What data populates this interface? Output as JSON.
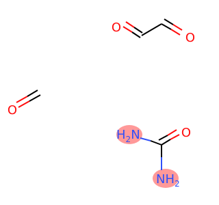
{
  "colors": {
    "oxygen": "#ff0d0d",
    "nitrogen": "#3050f8",
    "carbon_bond": "#000000",
    "highlight": "#ff9999"
  },
  "molecules": [
    {
      "name": "glyoxal",
      "atoms": {
        "o1": "O",
        "o2": "O"
      }
    },
    {
      "name": "formaldehyde",
      "atoms": {
        "o": "O"
      }
    },
    {
      "name": "urea",
      "atoms": {
        "o": "O",
        "n1_main": "H",
        "n1_sub": "2",
        "n1_tail": "N",
        "n2_main": "NH",
        "n2_sub": "2"
      }
    }
  ]
}
